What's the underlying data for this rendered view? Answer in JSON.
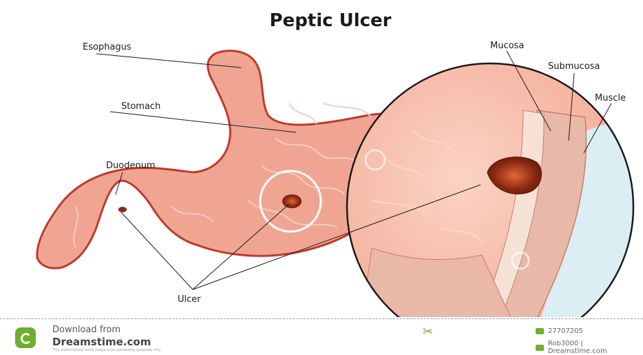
{
  "title": "Peptic Ulcer",
  "labels": {
    "esophagus": "Esophagus",
    "stomach": "Stomach",
    "duodenum": "Duodenum",
    "ulcer": "Ulcer",
    "mucosa": "Mucosa",
    "submucosa": "Submucosa",
    "muscle": "Muscle"
  },
  "watermark": "dreamstime",
  "footer": {
    "download_from": "Download from",
    "brand": "Dreamstime.com",
    "disclaimer": "This watermarked comp image is for previewing purposes only.",
    "image_id": "27707205",
    "credit": "Rob3000 | Dreamstime.com"
  },
  "colors": {
    "stomach_fill": "#f0a593",
    "stomach_outline": "#c0392b",
    "ulcer": "#8e2a12",
    "brand_green": "#6fae2e"
  }
}
